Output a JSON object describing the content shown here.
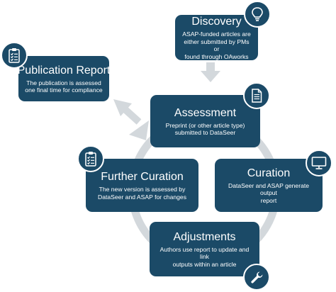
{
  "steps": {
    "discovery": {
      "title": "Discovery",
      "desc": "ASAP-funded articles are\neither submitted by PMs or\nfound through OAworks"
    },
    "publication_report": {
      "title": "Publication Report",
      "desc": "The publication is assessed\none final time for compliance"
    },
    "assessment": {
      "title": "Assessment",
      "desc": "Preprint (or other article type)\nsubmitted to DataSeer"
    },
    "further_curation": {
      "title": "Further Curation",
      "desc": "The new version is assessed by\nDataSeer and ASAP for changes"
    },
    "curation": {
      "title": "Curation",
      "desc": "DataSeer and ASAP generate output\nreport"
    },
    "adjustments": {
      "title": "Adjustments",
      "desc": "Authors use report to update and link\noutputs within an article"
    }
  },
  "colors": {
    "box": "#1b4a67",
    "arrow": "#d3d8dc",
    "icon_stroke": "#ffffff"
  },
  "icons": [
    "lightbulb-icon",
    "clipboard-checklist-icon",
    "document-icon",
    "clipboard-checklist-icon",
    "monitor-icon",
    "wrench-icon"
  ]
}
